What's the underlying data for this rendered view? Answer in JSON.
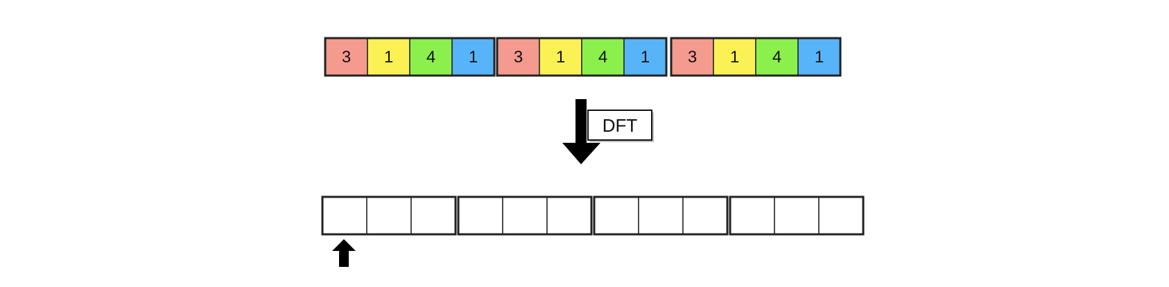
{
  "input_sequence": {
    "groups": [
      {
        "cells": [
          {
            "value": "3",
            "color": "#F59A8F"
          },
          {
            "value": "1",
            "color": "#FAF155"
          },
          {
            "value": "4",
            "color": "#8CF04C"
          },
          {
            "value": "1",
            "color": "#58B4F8"
          }
        ]
      },
      {
        "cells": [
          {
            "value": "3",
            "color": "#F59A8F"
          },
          {
            "value": "1",
            "color": "#FAF155"
          },
          {
            "value": "4",
            "color": "#8CF04C"
          },
          {
            "value": "1",
            "color": "#58B4F8"
          }
        ]
      },
      {
        "cells": [
          {
            "value": "3",
            "color": "#F59A8F"
          },
          {
            "value": "1",
            "color": "#FAF155"
          },
          {
            "value": "4",
            "color": "#8CF04C"
          },
          {
            "value": "1",
            "color": "#58B4F8"
          }
        ]
      }
    ]
  },
  "transform": {
    "label": "DFT",
    "icon": "down-arrow-icon"
  },
  "output_sequence": {
    "groups": [
      {
        "cells": [
          "",
          "",
          ""
        ]
      },
      {
        "cells": [
          "",
          "",
          ""
        ]
      },
      {
        "cells": [
          "",
          "",
          ""
        ]
      },
      {
        "cells": [
          "",
          "",
          ""
        ]
      }
    ]
  },
  "pointer": {
    "icon": "up-arrow-icon",
    "target_index": 0
  }
}
